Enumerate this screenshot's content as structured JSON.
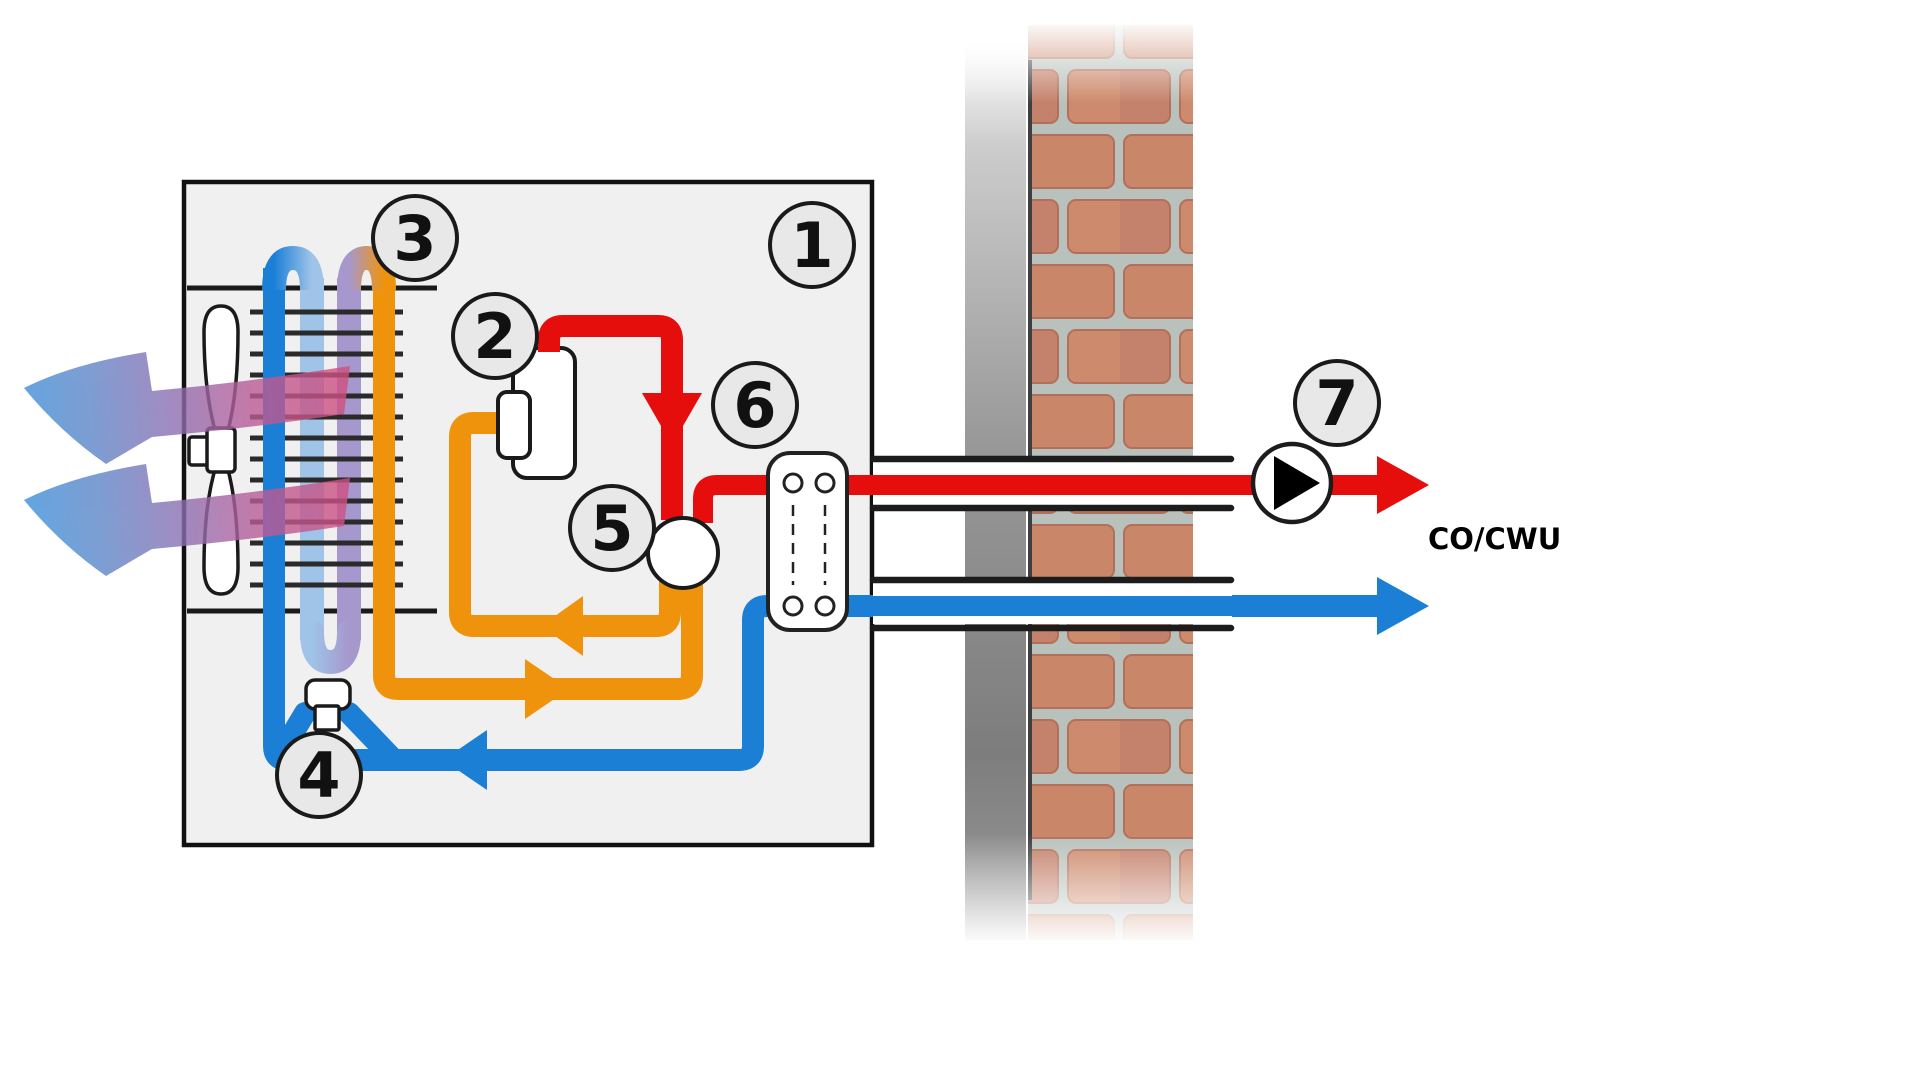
{
  "diagram": {
    "type": "air-to-water heat pump monoblock schematic",
    "callouts": [
      {
        "text": "1"
      },
      {
        "text": "2"
      },
      {
        "text": "3"
      },
      {
        "text": "4"
      },
      {
        "text": "5"
      },
      {
        "text": "6"
      },
      {
        "text": "7"
      }
    ],
    "outlet_label": "CO/CWU",
    "colors": {
      "hot_pipe": "#e60d0d",
      "warm_pipe": "#f0930c",
      "cold_pipe": "#1b7fd6",
      "coil_light_blue": "#9fc4e8",
      "coil_purple": "#a698cd",
      "unit_fill": "#f0f0f0",
      "callout_fill": "#e8e8e8",
      "brick": "#c98669",
      "mortar": "#b9c1bc",
      "air_warm": "#d14f7e",
      "air_cold": "#3f8ed8"
    }
  }
}
